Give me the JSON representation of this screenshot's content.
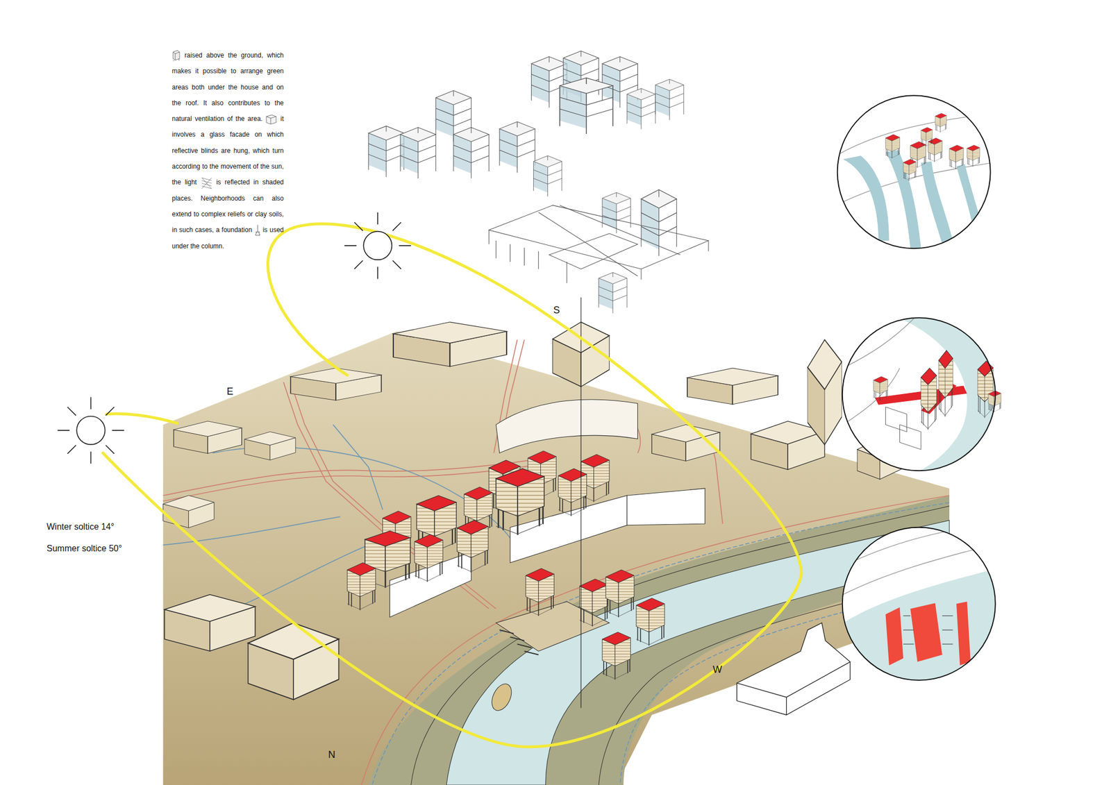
{
  "diagram": {
    "labels": [
      "raised above the ground, which makes it possible to arrange green areas both under the house and on the roof. It also contributes to the natural ventilation of the area.",
      "it involves a glass facade on which reflective blinds are hung, which turn according to the movement of the sun, the light",
      "is reflected in shaded places. Neighborhoods can also extend to complex reliefs or clay soils, in such cases, a foundation",
      "is used under the column.",
      "S",
      "E",
      "W",
      "N",
      "Winter soltice 14°",
      "Summer soltice 50°"
    ]
  }
}
